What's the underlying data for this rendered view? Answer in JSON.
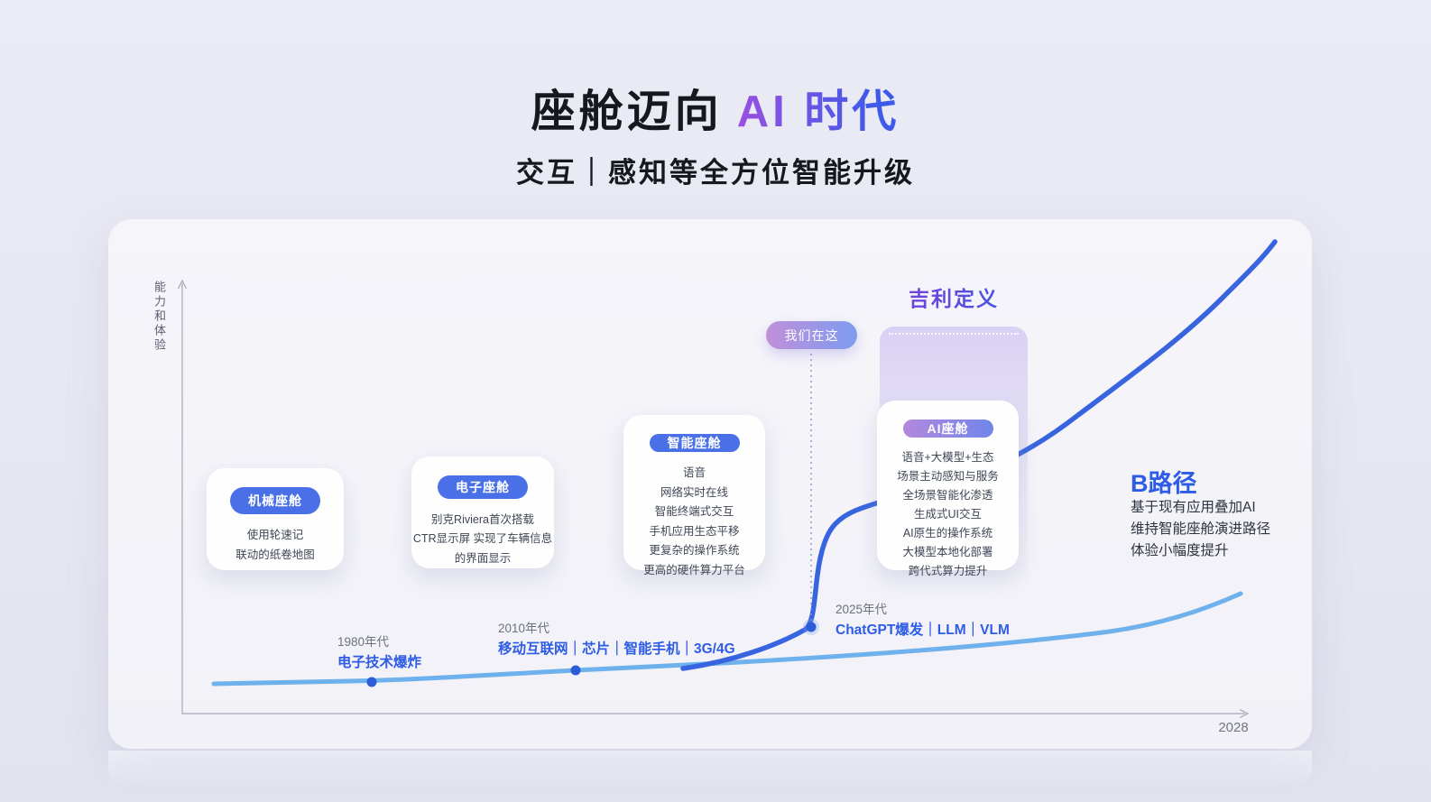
{
  "title": {
    "prefix": "座舱迈向",
    "highlight": "AI 时代"
  },
  "subtitle": "交互｜感知等全方位智能升级",
  "axes": {
    "y_label": "能力和体验",
    "x_end_tick": "2028"
  },
  "annotations": {
    "we_are_here_badge": "我们在这",
    "geely_definition_title": "吉利定义"
  },
  "stages": [
    {
      "name": "机械座舱",
      "lines": [
        "使用轮速记",
        "联动的纸卷地图"
      ]
    },
    {
      "name": "电子座舱",
      "lines": [
        "别克Riviera首次搭载",
        "CTR显示屏 实现了车辆信息",
        "的界面显示"
      ]
    },
    {
      "name": "智能座舱",
      "lines": [
        "语音",
        "网络实时在线",
        "智能终端式交互",
        "手机应用生态平移",
        "更复杂的操作系统",
        "更高的硬件算力平台"
      ]
    },
    {
      "name": "AI座舱",
      "lines": [
        "语音+大模型+生态",
        "场景主动感知与服务",
        "全场景智能化渗透",
        "生成式UI交互",
        "AI原生的操作系统",
        "大模型本地化部署",
        "跨代式算力提升"
      ]
    }
  ],
  "milestones": [
    {
      "era": "1980年代",
      "event": "电子技术爆炸"
    },
    {
      "era": "2010年代",
      "event": "移动互联网｜芯片｜智能手机｜3G/4G"
    },
    {
      "era": "2025年代",
      "event": "ChatGPT爆发｜LLM｜VLM"
    }
  ],
  "b_path": {
    "title": "B路径",
    "lines": [
      "基于现有应用叠加AI",
      "维持智能座舱演进路径",
      "体验小幅度提升"
    ]
  },
  "colors": {
    "accent_blue": "#2e5ce6",
    "pill_blue": "#4a70e8",
    "curve_light": "#6fb1ec",
    "curve_dark": "#3865df",
    "grad_purple": "#9a50e2",
    "grad_blue": "#3d5ae8",
    "badge_purple": "#c08fd9",
    "badge_blue": "#7e9cf0",
    "text_dark": "#16181d",
    "text_gray": "#6b7280",
    "card_text": "#3f4654"
  }
}
